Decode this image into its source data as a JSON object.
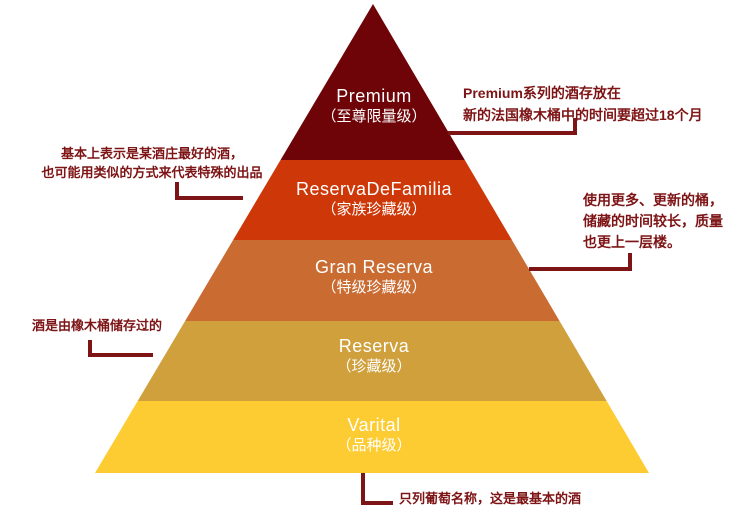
{
  "diagram": {
    "background_color": "#ffffff",
    "label_text_color": "#ffffff",
    "annotation_color": "#7d1416",
    "levels": [
      {
        "name": "Premium",
        "subtitle": "（至尊限量级）",
        "color": "#6e0407"
      },
      {
        "name": "ReservaDeFamilia",
        "subtitle": "（家族珍藏级）",
        "color": "#ce3708"
      },
      {
        "name": "Gran Reserva",
        "subtitle": "（特级珍藏级）",
        "color": "#ca6c32"
      },
      {
        "name": "Reserva",
        "subtitle": "（珍藏级）",
        "color": "#cfa03c"
      },
      {
        "name": "Varital",
        "subtitle": "（品种级）",
        "color": "#fdcb32"
      }
    ],
    "annotations": {
      "premium": {
        "line1": "Premium系列的酒存放在",
        "line2": "新的法国橡木桶中的时间要超过18个月"
      },
      "familia": {
        "line1": "基本上表示是某酒庄最好的酒，",
        "line2": "也可能用类似的方式来代表特殊的出品"
      },
      "gran": {
        "line1": "使用更多、更新的桶，",
        "line2": "储藏的时间较长，质量",
        "line3": "也更上一层楼。"
      },
      "reserva": {
        "line1": "酒是由橡木桶储存过的"
      },
      "varital": {
        "line1": "只列葡萄名称，这是最基本的酒"
      }
    }
  }
}
